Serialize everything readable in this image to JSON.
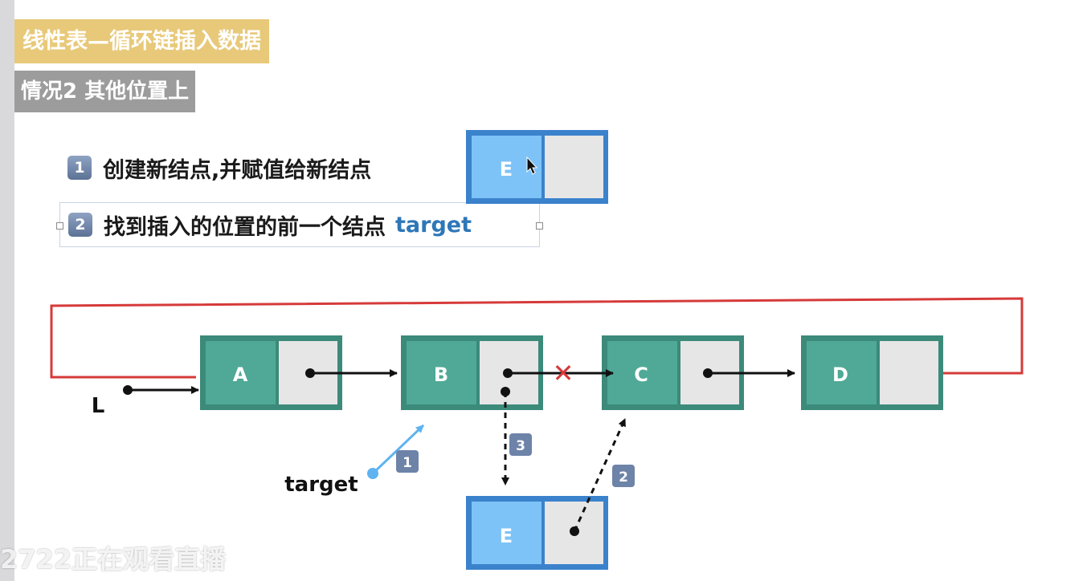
{
  "title": "线性表—循环链插入数据",
  "subtitle": "情况2 其他位置上",
  "steps": [
    {
      "num": "1",
      "text": "创建新结点,并赋值给新结点"
    },
    {
      "num": "2",
      "text": "找到插入的位置的前一个结点",
      "keyword": "target"
    }
  ],
  "diagram": {
    "new_node_top": "E",
    "nodes": [
      "A",
      "B",
      "C",
      "D"
    ],
    "new_node_bottom": "E",
    "head_label": "L",
    "target_label": "target",
    "arrow_badges": [
      "1",
      "2",
      "3"
    ],
    "removed_link_mark": "✕"
  },
  "watermark": "2722正在观看直播",
  "colors": {
    "node_green": "#4fa996",
    "node_green_border": "#3c8a7a",
    "node_blue": "#7dc3f7",
    "node_blue_border": "#3b82cc",
    "pointer_cell": "#e6e6e6",
    "circular_link": "#d63a3a",
    "target_arrow": "#5eb3f0"
  }
}
